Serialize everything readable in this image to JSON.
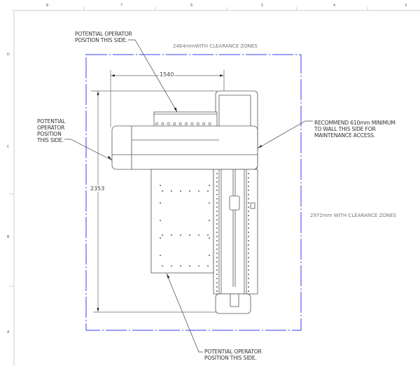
{
  "frame": {
    "columns": [
      "8",
      "7",
      "6",
      "5",
      "4",
      "3"
    ],
    "rows": [
      "D",
      "C",
      "B",
      "A"
    ]
  },
  "dimensions": {
    "width": "1540",
    "depth": "2353",
    "clearance_width": "2464mmWITH CLEARANCE ZONES",
    "clearance_depth": "2972mm WITH CLEARANCE ZONES"
  },
  "notes": {
    "top": "POTENTIAL OPERATOR\nPOSITION THIS SIDE.",
    "left": "POTENTIAL\nOPERATOR\nPOSITION\nTHIS SIDE.",
    "right": "RECOMMEND 610mm MINIMUM\nTO WALL THIS SIDE FOR\nMAINTENANCE ACCESS.",
    "bottom": "POTENTIAL OPERATOR\nPOSITION THIS SIDE."
  },
  "colors": {
    "clearance_zone": "#3b3bf0",
    "outline": "#555555"
  }
}
